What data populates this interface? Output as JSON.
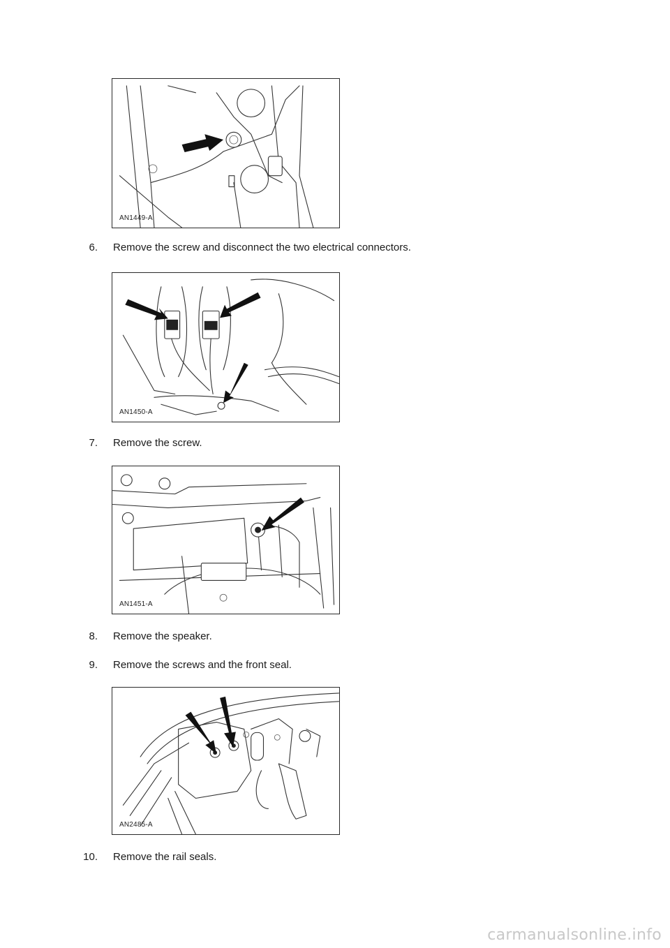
{
  "figures": [
    {
      "code": "AN1449-A"
    },
    {
      "code": "AN1450-A"
    },
    {
      "code": "AN1451-A"
    },
    {
      "code": "AN2485-A"
    }
  ],
  "steps": [
    {
      "number": "6.",
      "text": "Remove the screw and disconnect the two electrical connectors."
    },
    {
      "number": "7.",
      "text": "Remove the screw."
    },
    {
      "number": "8.",
      "text": "Remove the speaker."
    },
    {
      "number": "9.",
      "text": "Remove the screws and the front seal."
    },
    {
      "number": "10.",
      "text": "Remove the rail seals."
    }
  ],
  "watermark": "carmanualsonline.info"
}
